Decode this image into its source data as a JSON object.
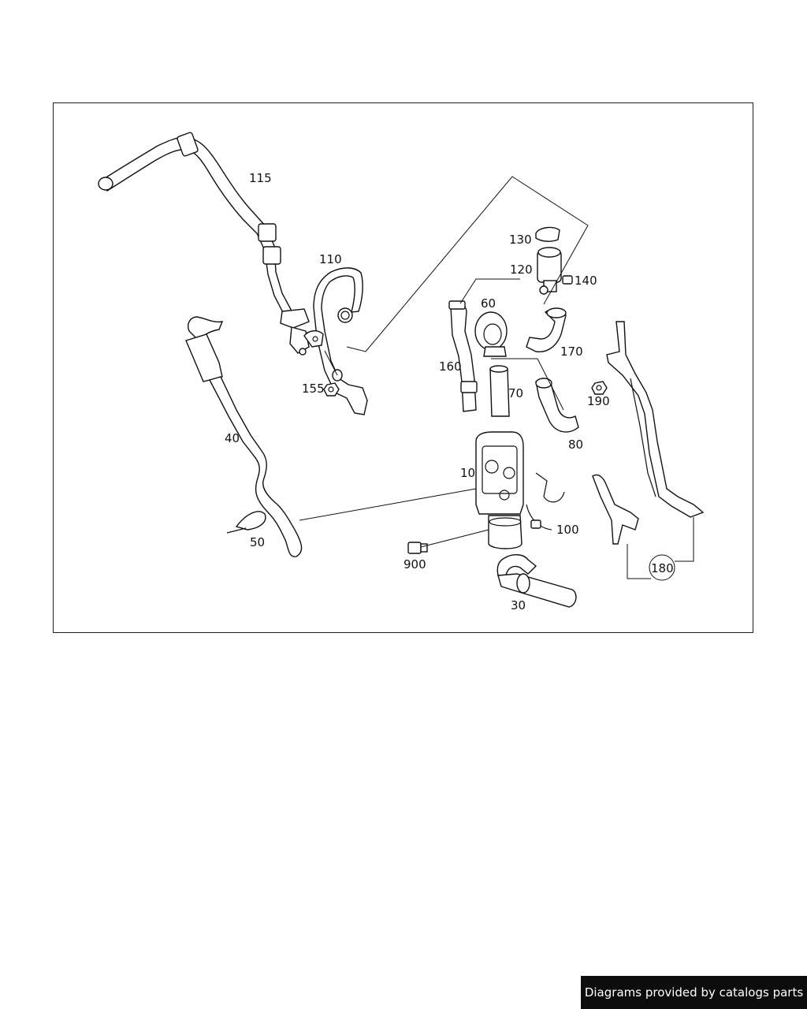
{
  "callouts": {
    "p10": "10",
    "p30": "30",
    "p40": "40",
    "p50": "50",
    "p60": "60",
    "p70": "70",
    "p80": "80",
    "p100": "100",
    "p110": "110",
    "p115": "115",
    "p120": "120",
    "p130": "130",
    "p140": "140",
    "p155": "155",
    "p160": "160",
    "p170": "170",
    "p180": "180",
    "p190": "190",
    "p900": "900"
  },
  "banner": {
    "text": "Diagrams provided by catalogs parts"
  },
  "colors": {
    "ink": "#111111",
    "background": "#ffffff",
    "banner_bg": "#0d0d0d",
    "banner_text": "#ffffff"
  }
}
